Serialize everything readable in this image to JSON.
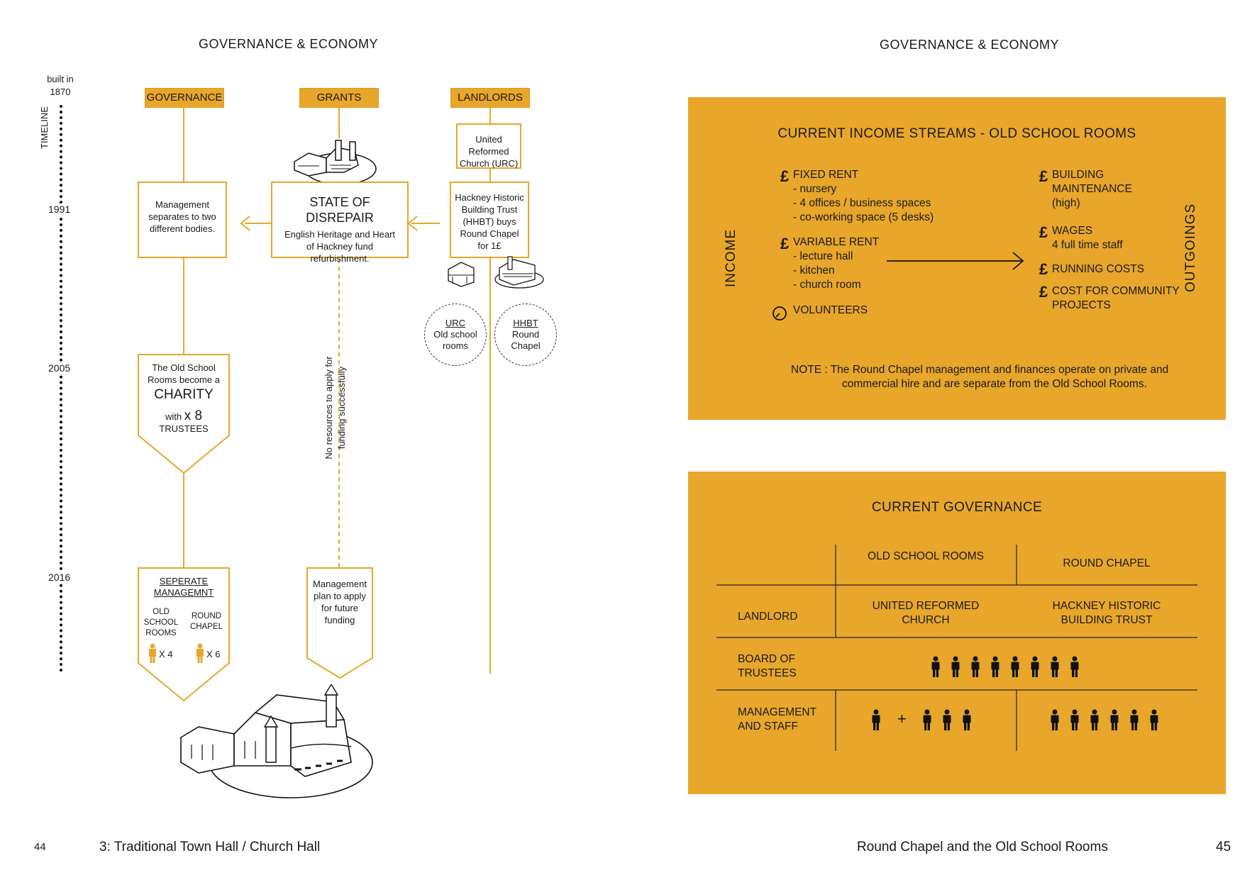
{
  "left_page": {
    "header": "GOVERNANCE & ECONOMY",
    "timeline": {
      "built_in": "built in",
      "start_year": "1870",
      "axis_label": "TIMELINE",
      "years": [
        "1991",
        "2005",
        "2016"
      ]
    },
    "columns": {
      "governance": "GOVERNANCE",
      "grants": "GRANTS",
      "landlords": "LANDLORDS"
    },
    "urc_box": "United Reformed Church (URC)",
    "management_box": "Management separates to two different bodies.",
    "disrepair_title": "STATE OF DISREPAIR",
    "disrepair_text": "English Heritage and Heart of Hackney fund refurbishment.",
    "hhbt_box": "Hackney Historic Building Trust (HHBT) buys Round Chapel for 1£",
    "urc_circle": {
      "title": "URC",
      "text": "Old school rooms"
    },
    "hhbt_circle": {
      "title": "HHBT",
      "text": "Round Chapel"
    },
    "charity": {
      "line1": "The Old School Rooms become a",
      "big": "CHARITY",
      "with": "with",
      "count": "x 8",
      "trustees": "TRUSTEES"
    },
    "no_resources": "No resources to apply for funding successfully",
    "separate": {
      "title": "SEPERATE MANAGEMNT",
      "osr": "OLD SCHOOL ROOMS",
      "rc": "ROUND CHAPEL",
      "osr_count": "X 4",
      "rc_count": "X 6"
    },
    "mgmt_plan": "Management plan to apply for future funding",
    "page_number": "44",
    "footer_title": "3: Traditional Town Hall / Church Hall"
  },
  "right_page": {
    "header": "GOVERNANCE & ECONOMY",
    "income_panel": {
      "title": "CURRENT INCOME STREAMS - OLD SCHOOL ROOMS",
      "income_label": "INCOME",
      "outgoings_label": "OUTGOINGS",
      "pound": "£",
      "fixed_rent": "FIXED RENT",
      "fixed_items": [
        "- nursery",
        "- 4 offices / business spaces",
        "- co-working space (5 desks)"
      ],
      "variable_rent": "VARIABLE RENT",
      "variable_items": [
        "- lecture hall",
        "- kitchen",
        "- church room"
      ],
      "volunteers": "VOLUNTEERS",
      "outgoings": [
        {
          "label": "BUILDING MAINTENANCE",
          "sub": "(high)"
        },
        {
          "label": "WAGES",
          "sub": "4 full time staff"
        },
        {
          "label": "RUNNING COSTS",
          "sub": ""
        },
        {
          "label": "COST FOR COMMUNITY PROJECTS",
          "sub": ""
        }
      ],
      "note_line1": "NOTE : The Round Chapel management and finances operate on private and",
      "note_line2": "commercial hire and are separate from the Old School Rooms."
    },
    "governance_panel": {
      "title": "CURRENT GOVERNANCE",
      "col1": "OLD SCHOOL ROOMS",
      "col2": "ROUND CHAPEL",
      "row_landlord": "LANDLORD",
      "landlord_osr": "UNITED REFORMED CHURCH",
      "landlord_rc": "HACKNEY HISTORIC BUILDING TRUST",
      "row_board": "BOARD OF TRUSTEES",
      "board_count": 8,
      "row_mgmt": "MANAGEMENT AND STAFF",
      "plus": "+",
      "mgmt_osr_left": 1,
      "mgmt_osr_right": 3,
      "mgmt_rc": 6
    },
    "footer_title": "Round Chapel and the Old School Rooms",
    "page_number": "45"
  },
  "colors": {
    "accent": "#e8a62b",
    "ink": "#1a1a1a"
  }
}
